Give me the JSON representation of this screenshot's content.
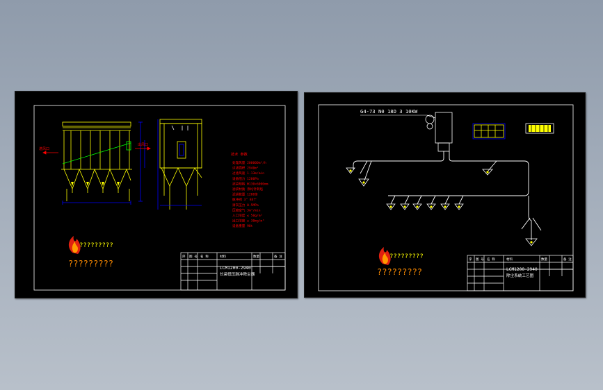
{
  "colors": {
    "background_top": "#8f9bab",
    "sheet": "#000000",
    "frame": "#ffffff",
    "structure": "#ffff00",
    "dimension": "#0000ff",
    "annotation": "#ff0000",
    "detail": "#00ff00",
    "logo_text": "#ff8c00"
  },
  "left_sheet": {
    "tech_title": "技术 参数",
    "tech_params": [
      "处理风量 200000m³/h",
      "过滤面积 2940m²",
      "过滤风速 1.13m/min",
      "设备阻力 1200Pa",
      "滤袋规格 Φ130×6000mm",
      "滤袋材质 涤纶针刺毡",
      "滤袋数量 1200条",
      "脉冲阀 3\" 84个",
      "清灰压力 0.5MPa",
      "压缩空气 3m³/min",
      "入口浓度 ≤ 50g/m³",
      "出口浓度 ≤ 30mg/m³",
      "设备重量 98t"
    ],
    "inlet_label": "进风口",
    "outlet_label": "出风口",
    "logo_text": "?????????",
    "company_text": "?????????",
    "title_block": {
      "headers": [
        "序",
        "图 号",
        "名  称",
        "材料",
        "数量",
        "备 注"
      ],
      "model": "LCM1200-2940",
      "drawing_name": "长袋低压脉冲除尘器"
    }
  },
  "right_sheet": {
    "fan_label": "G4-73 N0 18D 3 10KW",
    "logo_text": "?????????",
    "company_text": "?????????",
    "title_block": {
      "headers": [
        "序",
        "图 号",
        "名  称",
        "材料",
        "数量",
        "备 注"
      ],
      "model": "LCM1200-2940",
      "drawing_name": "除尘系统工艺图"
    }
  }
}
